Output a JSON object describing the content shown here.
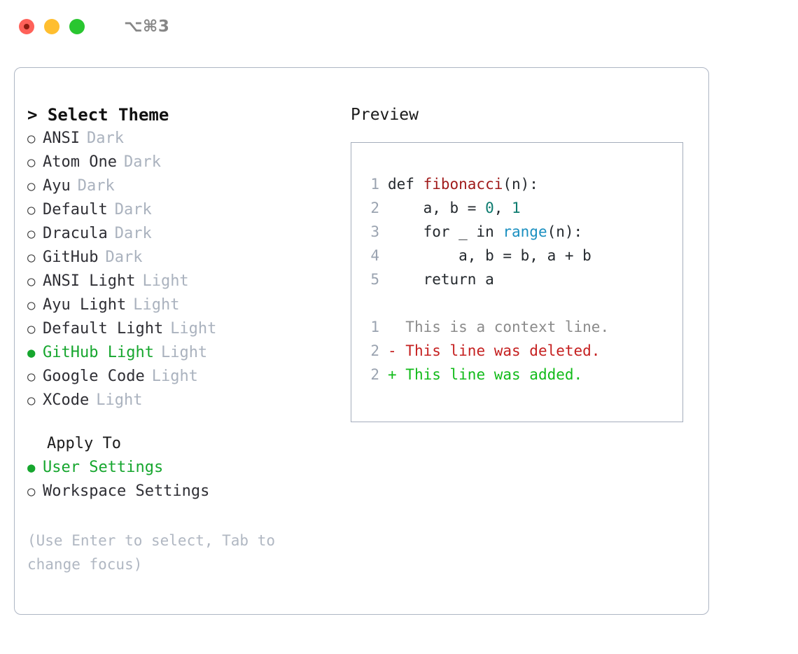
{
  "titlebar": {
    "shortcut": "⌥⌘3",
    "buttons": [
      "close",
      "minimize",
      "zoom"
    ]
  },
  "theme_picker": {
    "header": "> Select Theme",
    "items": [
      {
        "label": "ANSI",
        "tag": "Dark",
        "selected": false,
        "bullet": "○"
      },
      {
        "label": "Atom One",
        "tag": "Dark",
        "selected": false,
        "bullet": "○"
      },
      {
        "label": "Ayu",
        "tag": "Dark",
        "selected": false,
        "bullet": "○"
      },
      {
        "label": "Default",
        "tag": "Dark",
        "selected": false,
        "bullet": "○"
      },
      {
        "label": "Dracula",
        "tag": "Dark",
        "selected": false,
        "bullet": "○"
      },
      {
        "label": "GitHub",
        "tag": "Dark",
        "selected": false,
        "bullet": "○"
      },
      {
        "label": "ANSI Light",
        "tag": "Light",
        "selected": false,
        "bullet": "○"
      },
      {
        "label": "Ayu Light",
        "tag": "Light",
        "selected": false,
        "bullet": "○"
      },
      {
        "label": "Default Light",
        "tag": "Light",
        "selected": false,
        "bullet": "○"
      },
      {
        "label": "GitHub Light",
        "tag": "Light",
        "selected": true,
        "bullet": "●"
      },
      {
        "label": "Google Code",
        "tag": "Light",
        "selected": false,
        "bullet": "○"
      },
      {
        "label": "XCode",
        "tag": "Light",
        "selected": false,
        "bullet": "○"
      }
    ]
  },
  "apply_to": {
    "title": "Apply To",
    "items": [
      {
        "label": "User Settings",
        "selected": true,
        "bullet": "●"
      },
      {
        "label": "Workspace Settings",
        "selected": false,
        "bullet": "○"
      }
    ]
  },
  "hint": "(Use Enter to select, Tab to change focus)",
  "preview": {
    "title": "Preview",
    "code_lines": [
      {
        "no": "1",
        "segments": [
          {
            "t": "def ",
            "c": "plain"
          },
          {
            "t": "fibonacci",
            "c": "fn"
          },
          {
            "t": "(n):",
            "c": "plain"
          }
        ]
      },
      {
        "no": "2",
        "segments": [
          {
            "t": "    a, b = ",
            "c": "plain"
          },
          {
            "t": "0",
            "c": "num"
          },
          {
            "t": ", ",
            "c": "plain"
          },
          {
            "t": "1",
            "c": "num"
          }
        ]
      },
      {
        "no": "3",
        "segments": [
          {
            "t": "    for _ in ",
            "c": "plain"
          },
          {
            "t": "range",
            "c": "call"
          },
          {
            "t": "(n):",
            "c": "plain"
          }
        ]
      },
      {
        "no": "4",
        "segments": [
          {
            "t": "        a, b = b, a + b",
            "c": "plain"
          }
        ]
      },
      {
        "no": "5",
        "segments": [
          {
            "t": "    return a",
            "c": "plain"
          }
        ]
      }
    ],
    "diff_lines": [
      {
        "no": "1",
        "marker": "  ",
        "text": "This is a context line.",
        "kind": "ctx"
      },
      {
        "no": "2",
        "marker": "- ",
        "text": "This line was deleted.",
        "kind": "del"
      },
      {
        "no": "2",
        "marker": "+ ",
        "text": "This line was added.",
        "kind": "add"
      }
    ]
  },
  "colors": {
    "selected_green": "#16a62e",
    "tag_gray": "#aab2be",
    "diff_add": "#12bb1a",
    "diff_del": "#c52020",
    "syntax_fn": "#a01b1b",
    "syntax_num": "#0e7c70",
    "syntax_call": "#1a8fc0",
    "border": "#aeb6c4"
  }
}
